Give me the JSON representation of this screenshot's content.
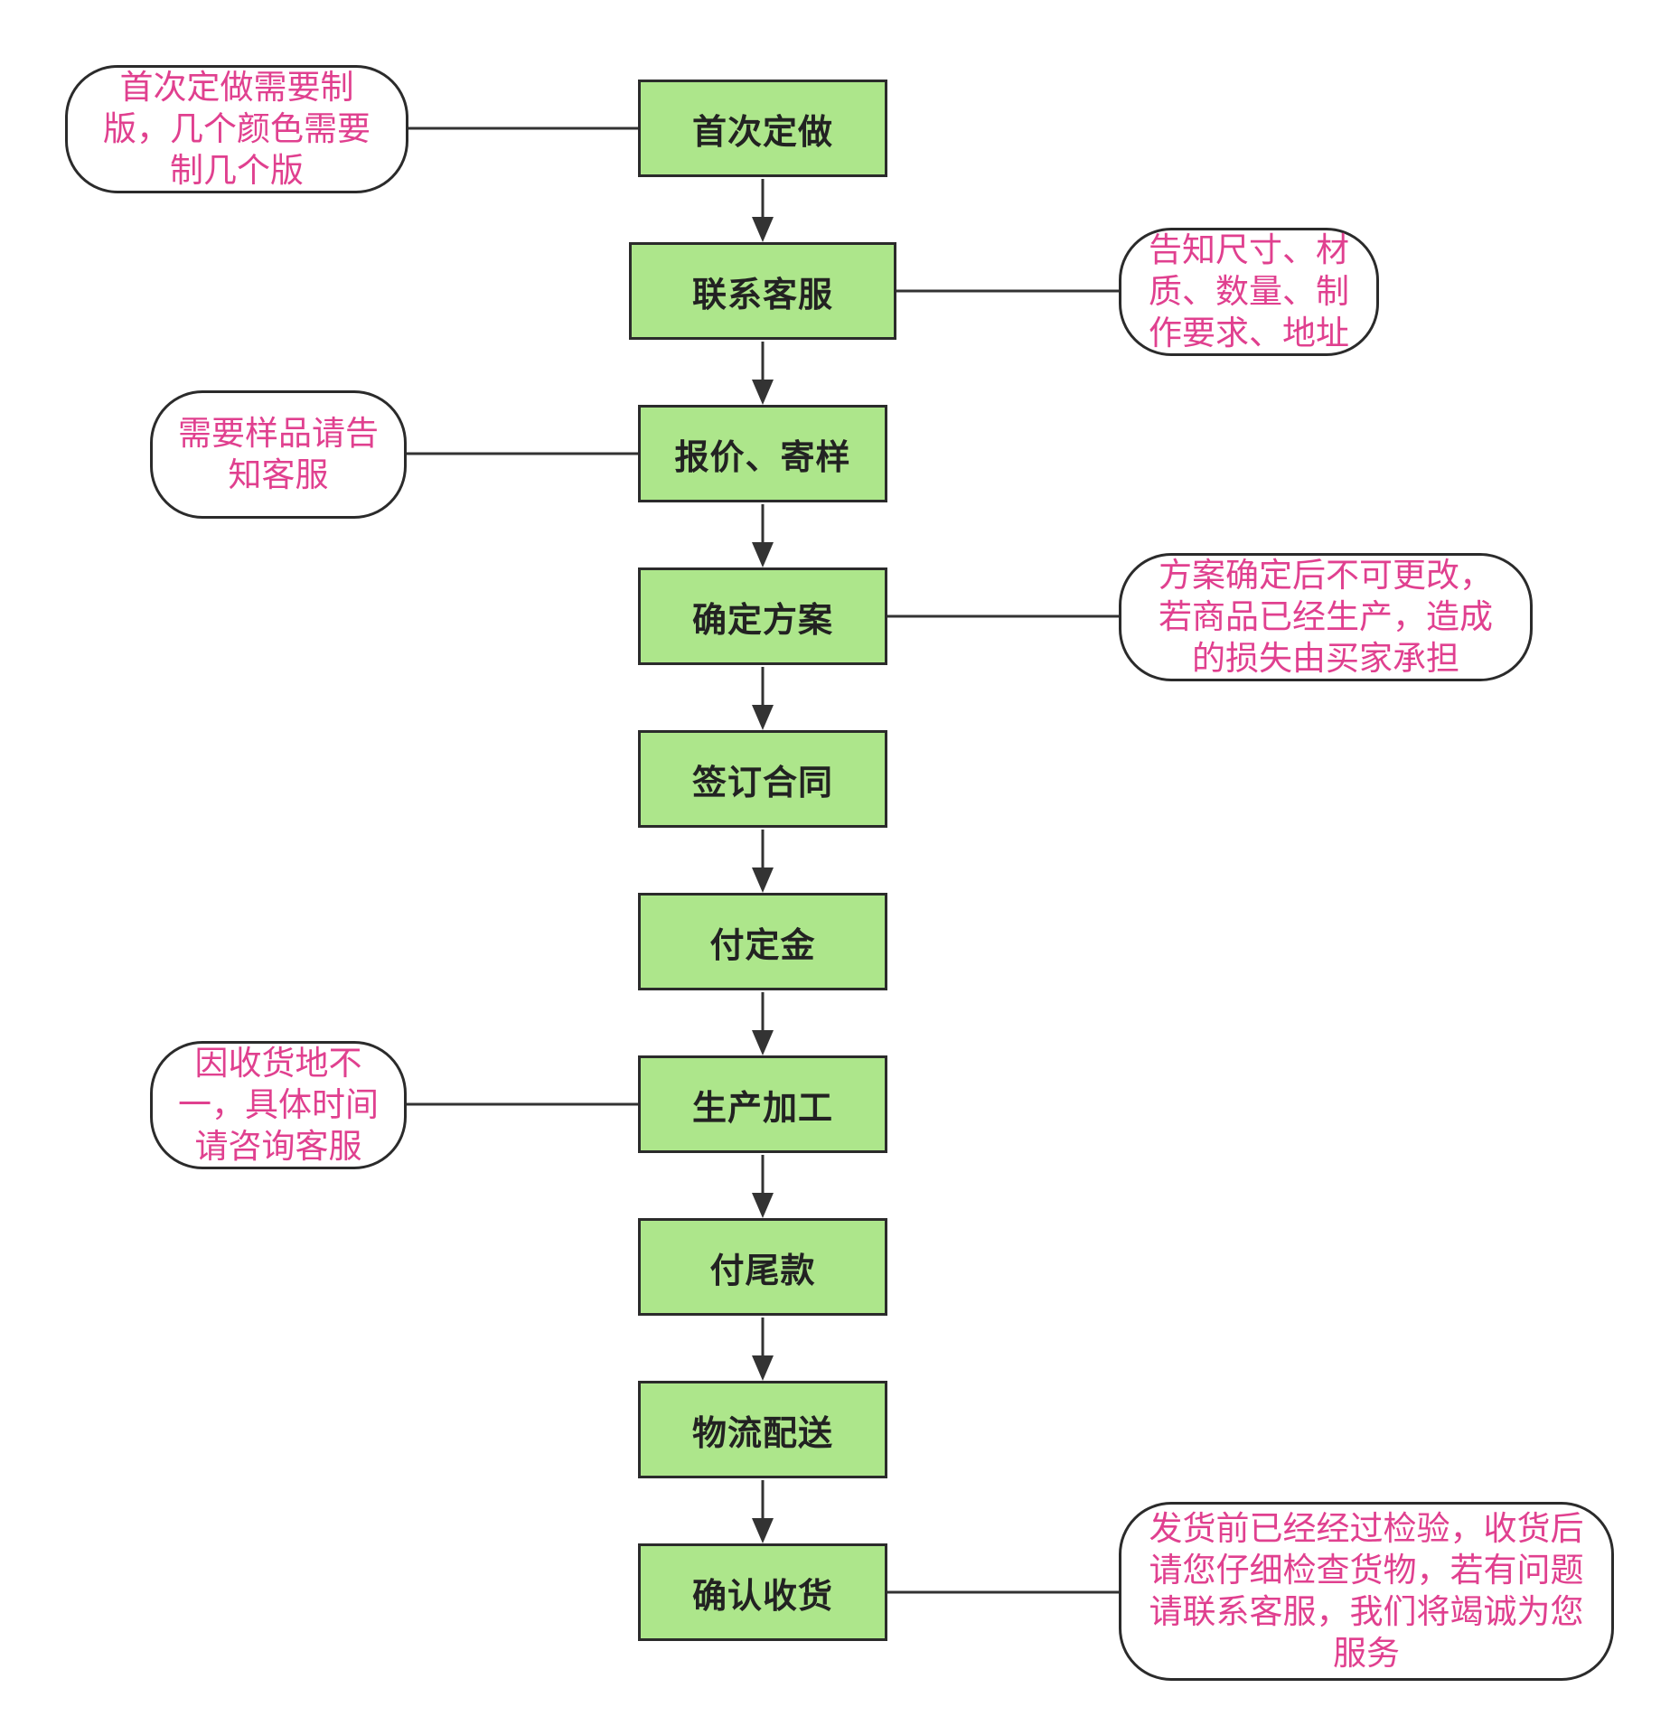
{
  "colors": {
    "step_fill": "#ade68b",
    "step_border": "#2b2b2b",
    "note_text": "#e0408f",
    "connector": "#333333"
  },
  "steps": [
    {
      "label": "首次定做"
    },
    {
      "label": "联系客服"
    },
    {
      "label": "报价、寄样"
    },
    {
      "label": "确定方案"
    },
    {
      "label": "签订合同"
    },
    {
      "label": "付定金"
    },
    {
      "label": "生产加工"
    },
    {
      "label": "付尾款"
    },
    {
      "label": "物流配送"
    },
    {
      "label": "确认收货"
    }
  ],
  "notes": [
    {
      "attached_to": "首次定做",
      "lines": [
        "首次定做需要制",
        "版，几个颜色需要",
        "制几个版"
      ]
    },
    {
      "attached_to": "联系客服",
      "lines": [
        "告知尺寸、材",
        "质、数量、制",
        "作要求、地址"
      ]
    },
    {
      "attached_to": "报价、寄样",
      "lines": [
        "需要样品请告",
        "知客服"
      ]
    },
    {
      "attached_to": "确定方案",
      "lines": [
        "方案确定后不可更改，",
        "若商品已经生产，造成",
        "的损失由买家承担"
      ]
    },
    {
      "attached_to": "生产加工",
      "lines": [
        "因收货地不",
        "一，具体时间",
        "请咨询客服"
      ]
    },
    {
      "attached_to": "确认收货",
      "lines": [
        "发货前已经经过检验，收货后",
        "请您仔细检查货物，若有问题",
        "请联系客服，我们将竭诚为您",
        "服务"
      ]
    }
  ]
}
